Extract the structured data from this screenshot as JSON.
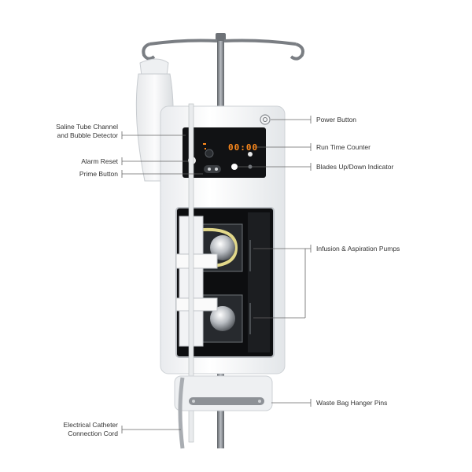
{
  "labels_left": [
    {
      "id": "saline-tube-channel",
      "lines": [
        "Saline Tube Channel",
        "and Bubble Detector"
      ]
    },
    {
      "id": "alarm-reset",
      "lines": [
        "Alarm Reset"
      ]
    },
    {
      "id": "prime-button",
      "lines": [
        "Prime Button"
      ]
    },
    {
      "id": "electrical-catheter-cord",
      "lines": [
        "Electrical Catheter",
        "Connection Cord"
      ]
    }
  ],
  "labels_right": [
    {
      "id": "power-button",
      "lines": [
        "Power Button"
      ]
    },
    {
      "id": "run-time-counter",
      "lines": [
        "Run Time Counter"
      ]
    },
    {
      "id": "blades-indicator",
      "lines": [
        "Blades Up/Down Indicator"
      ]
    },
    {
      "id": "infusion-pumps",
      "lines": [
        "Infusion & Aspiration Pumps"
      ]
    },
    {
      "id": "waste-bag-pins",
      "lines": [
        "Waste Bag Hanger Pins"
      ]
    }
  ],
  "display": {
    "time": "00:00"
  },
  "colors": {
    "lcd": "#ff8a1c",
    "label_text": "#333333",
    "leader": "#666666",
    "tube": "#e2d88a"
  }
}
